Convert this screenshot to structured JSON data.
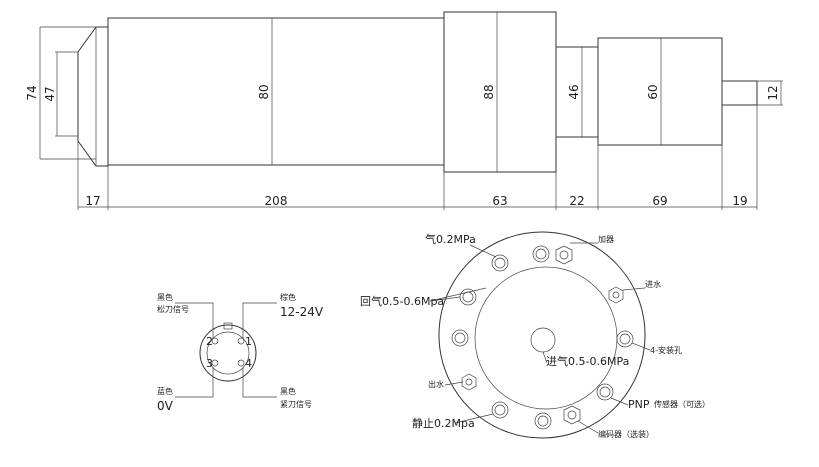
{
  "side_view": {
    "heights": {
      "flange_outer": "74",
      "flange_inner": "47",
      "body": "80",
      "bearing_housing": "88",
      "neck": "46",
      "gear_head": "60",
      "shaft": "12"
    },
    "lengths": {
      "flange": "17",
      "body": "208",
      "bearing_housing": "63",
      "neck": "22",
      "gear_head": "69",
      "shaft": "19"
    }
  },
  "connector": {
    "pins": [
      "1",
      "2",
      "3",
      "4"
    ],
    "top_left": {
      "color": "黑色",
      "signal": "松刀信号"
    },
    "top_right": {
      "color": "棕色",
      "value": "12-24V"
    },
    "bottom_left": {
      "color": "蓝色",
      "value": "0V"
    },
    "bottom_right": {
      "color": "黑色",
      "signal": "紧刀信号"
    }
  },
  "end_view": {
    "labels": {
      "air": "气0.2MPa",
      "return_air": "回气0.5-0.6Mpa",
      "inlet_air": "进气0.5-0.6MPa",
      "outlet_water": "出水",
      "seal_air": "静止0.2Mpa",
      "top_right": "加器",
      "water_in": "进水",
      "mount_holes": "4-安装孔",
      "pnp": "PNP",
      "pnp_note": "传感器（可选）",
      "encoder": "编码器（选装）"
    }
  }
}
